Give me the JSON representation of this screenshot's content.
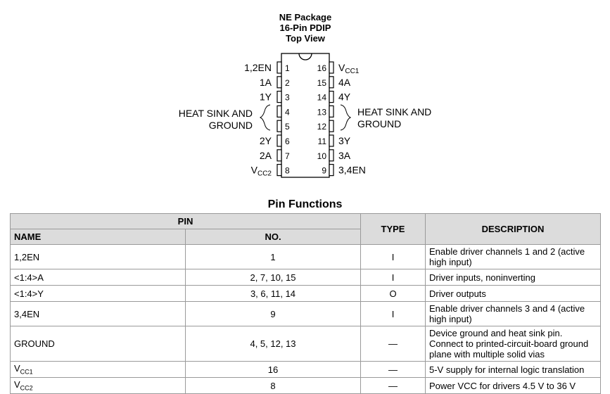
{
  "package": {
    "title_line1": "NE Package",
    "title_line2": "16-Pin PDIP",
    "title_line3": "Top View",
    "left_pins": [
      {
        "label": "1,2EN",
        "num": "1"
      },
      {
        "label": "1A",
        "num": "2"
      },
      {
        "label": "1Y",
        "num": "3"
      },
      {
        "label": "",
        "num": "4"
      },
      {
        "label": "",
        "num": "5"
      },
      {
        "label": "2Y",
        "num": "6"
      },
      {
        "label": "2A",
        "num": "7"
      },
      {
        "label": "V",
        "sub": "CC2",
        "num": "8"
      }
    ],
    "right_pins": [
      {
        "label": "V",
        "sub": "CC1",
        "num": "16"
      },
      {
        "label": "4A",
        "num": "15"
      },
      {
        "label": "4Y",
        "num": "14"
      },
      {
        "label": "",
        "num": "13"
      },
      {
        "label": "",
        "num": "12"
      },
      {
        "label": "3Y",
        "num": "11"
      },
      {
        "label": "3A",
        "num": "10"
      },
      {
        "label": "3,4EN",
        "num": "9"
      }
    ],
    "heat_sink_left": [
      "HEAT SINK AND",
      "GROUND"
    ],
    "heat_sink_right": [
      "HEAT SINK AND",
      "GROUND"
    ]
  },
  "section_title": "Pin Functions",
  "table": {
    "header_pin": "PIN",
    "header_name": "NAME",
    "header_no": "NO.",
    "header_type": "TYPE",
    "header_desc": "DESCRIPTION",
    "rows": [
      {
        "name": "1,2EN",
        "no": "1",
        "type": "I",
        "desc": "Enable driver channels 1 and 2 (active high input)"
      },
      {
        "name": "<1:4>A",
        "no": "2, 7, 10, 15",
        "type": "I",
        "desc": "Driver inputs, noninverting"
      },
      {
        "name": "<1:4>Y",
        "no": "3, 6, 11, 14",
        "type": "O",
        "desc": "Driver outputs"
      },
      {
        "name": "3,4EN",
        "no": "9",
        "type": "I",
        "desc": "Enable driver channels 3 and 4 (active high input)"
      },
      {
        "name": "GROUND",
        "no": "4, 5, 12, 13",
        "type": "—",
        "desc": "Device ground and heat sink pin. Connect to printed-circuit-board ground plane with multiple solid vias"
      },
      {
        "name": "V",
        "name_sub": "CC1",
        "no": "16",
        "type": "—",
        "desc": "5-V supply for internal logic translation"
      },
      {
        "name": "V",
        "name_sub": "CC2",
        "no": "8",
        "type": "—",
        "desc": "Power VCC for drivers 4.5 V to 36 V"
      }
    ]
  }
}
